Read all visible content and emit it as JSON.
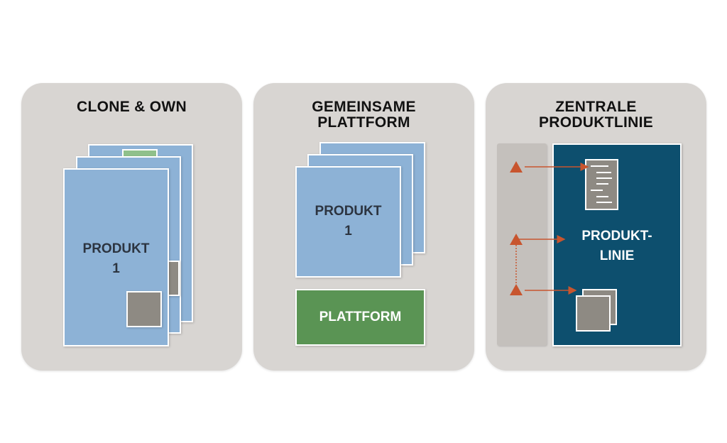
{
  "panels": [
    {
      "title_lines": [
        "CLONE & OWN"
      ],
      "product_label": [
        "PRODUKT",
        "1"
      ]
    },
    {
      "title_lines": [
        "GEMEINSAME",
        "PLATTFORM"
      ],
      "product_label": [
        "PRODUKT",
        "1"
      ],
      "platform_label": "PLATTFORM"
    },
    {
      "title_lines": [
        "ZENTRALE",
        "PRODUKTLINIE"
      ],
      "productline_label": [
        "PRODUKT-",
        "LINIE"
      ]
    }
  ],
  "colors": {
    "panel_bg": "#d8d5d2",
    "product_blue": "#8db2d6",
    "platform_green": "#5a9454",
    "productline_navy": "#0d4f6e",
    "asset_grey": "#8e8a83",
    "arrow_orange": "#c8552e"
  }
}
